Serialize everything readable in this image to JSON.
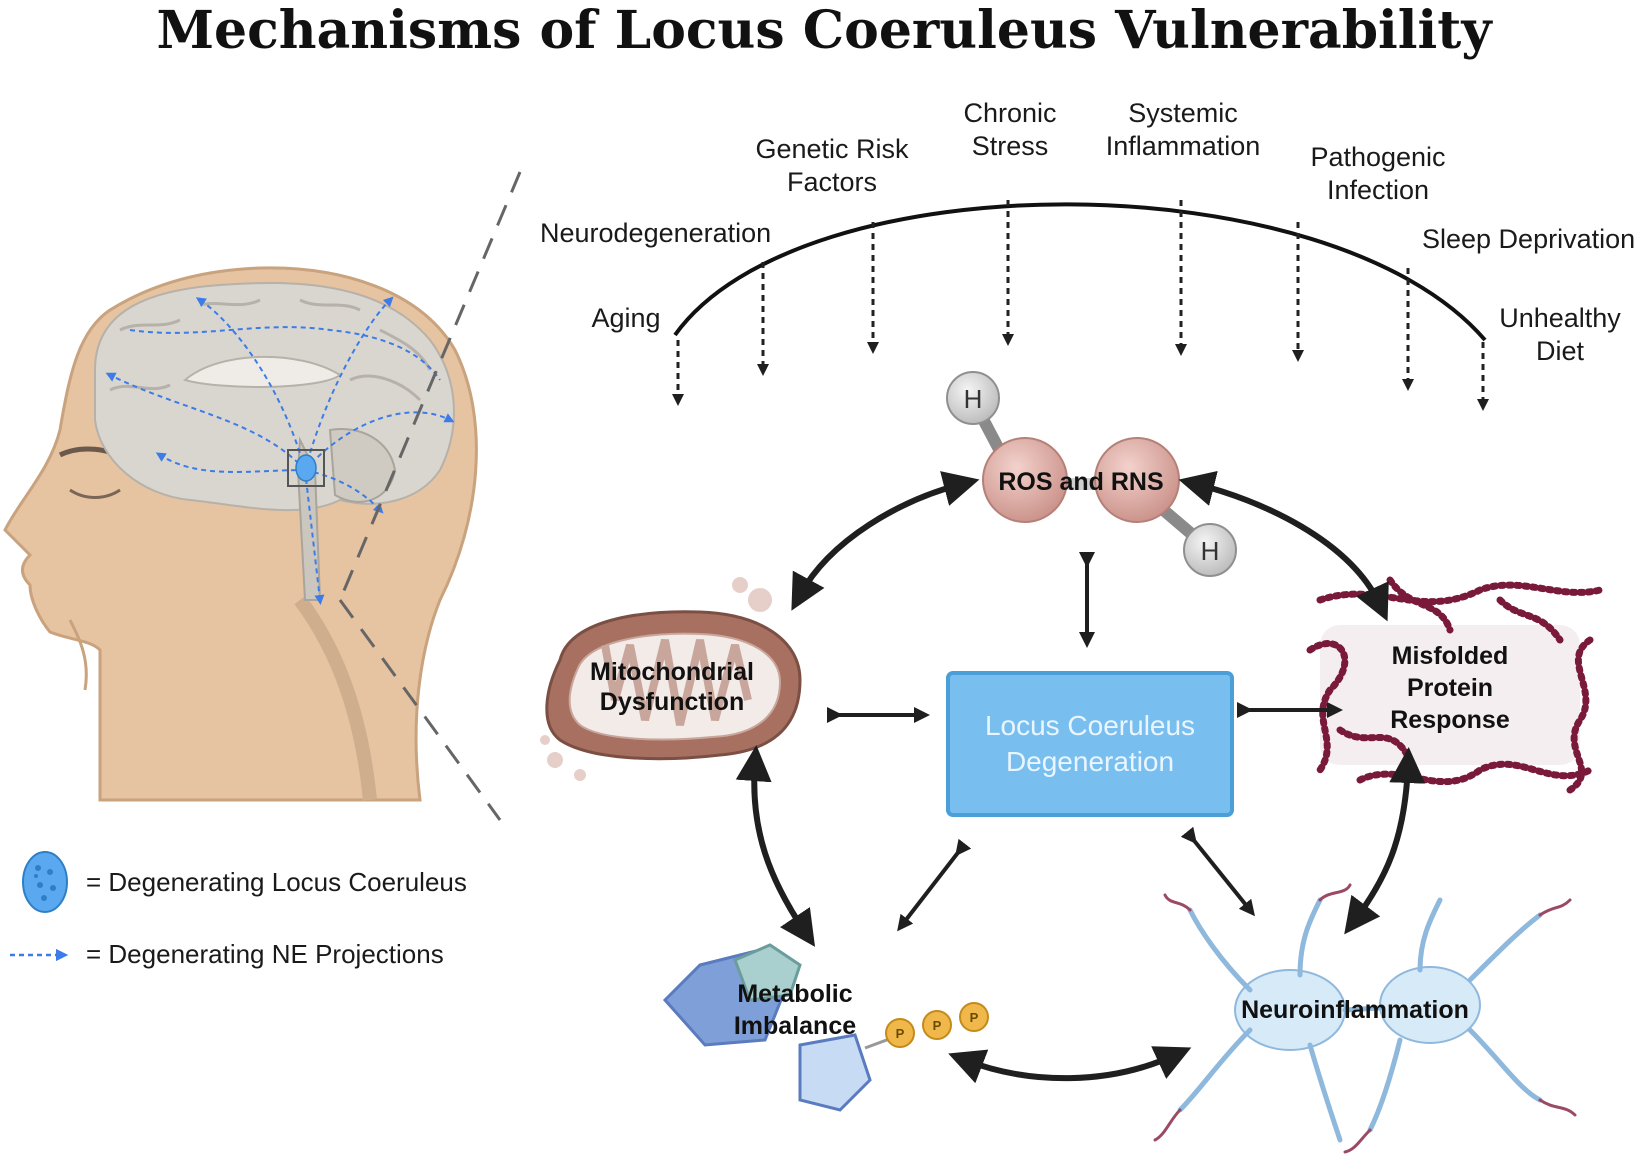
{
  "title": "Mechanisms of Locus Coeruleus Vulnerability",
  "risk_factors": [
    {
      "lines": [
        "Aging"
      ]
    },
    {
      "lines": [
        "Neurodegeneration"
      ]
    },
    {
      "lines": [
        "Genetic Risk",
        "Factors"
      ]
    },
    {
      "lines": [
        "Chronic",
        "Stress"
      ]
    },
    {
      "lines": [
        "Systemic",
        "Inflammation"
      ]
    },
    {
      "lines": [
        "Pathogenic",
        "Infection"
      ]
    },
    {
      "lines": [
        "Sleep Deprivation"
      ]
    },
    {
      "lines": [
        "Unhealthy",
        "Diet"
      ]
    }
  ],
  "center": {
    "lines": [
      "Locus Coeruleus",
      "Degeneration"
    ]
  },
  "nodes": {
    "ros": {
      "label": "ROS and RNS",
      "atom1": "H",
      "atom2": "H"
    },
    "mito": {
      "lines": [
        "Mitochondrial",
        "Dysfunction"
      ]
    },
    "misfolded": {
      "lines": [
        "Misfolded",
        "Protein",
        "Response"
      ]
    },
    "metabolic": {
      "lines": [
        "Metabolic",
        "Imbalance"
      ],
      "phosphates": [
        "P",
        "P",
        "P"
      ]
    },
    "neuroinflammation": {
      "label": "Neuroinflammation"
    }
  },
  "legend": [
    {
      "icon": "degenerating-lc-icon",
      "text": "= Degenerating Locus Coeruleus"
    },
    {
      "icon": "dashed-arrow-icon",
      "text": "= Degenerating NE Projections"
    }
  ],
  "colors": {
    "center_box": "#78bff0",
    "center_border": "#4b9fd8",
    "arrow": "#1f1f1f",
    "projection": "#3d7be8",
    "mito": "#a87060",
    "protein": "#7a1a3a",
    "skin": "#e6c3a1",
    "brain": "#d9d6d0"
  }
}
